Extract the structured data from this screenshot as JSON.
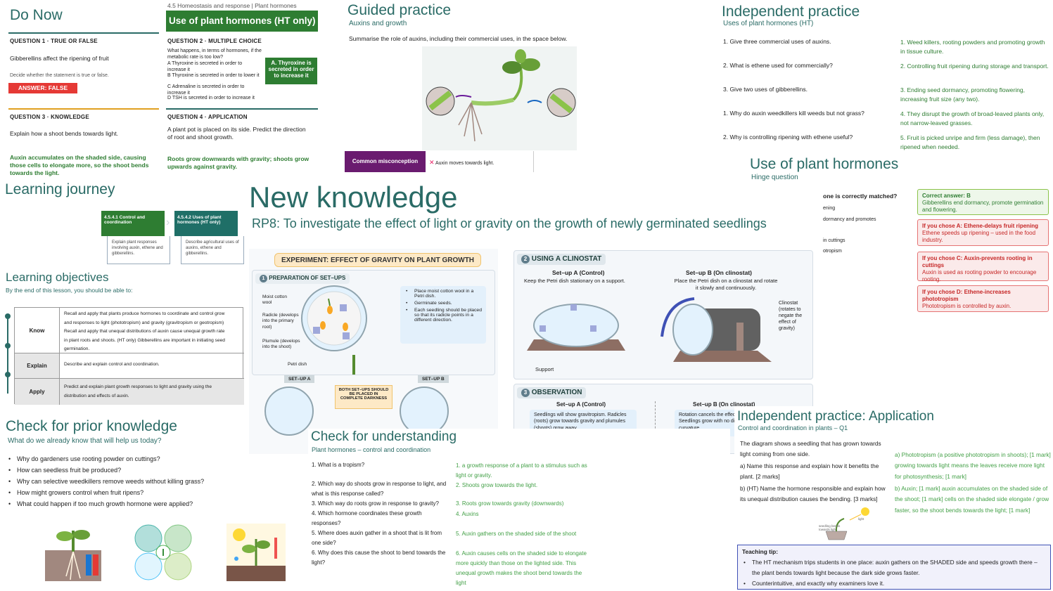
{
  "do_now": {
    "title": "Do Now",
    "q1_head": "QUESTION 1  ·  TRUE OR FALSE",
    "q1_text": "Gibberellins affect the ripening of fruit",
    "q1_hint": "Decide whether the statement is true or false.",
    "q1_answer": "ANSWER: FALSE",
    "q3_head": "QUESTION 3  ·  KNOWLEDGE",
    "q3_text": "Explain how a shoot bends towards light.",
    "q3_answer": "Auxin accumulates on the shaded side, causing those cells to elongate more, so the shoot bends towards the light."
  },
  "plant_card": {
    "crumb": "4.5 Homeostasis and response | Plant hormones",
    "title": "Use of plant hormones (HT only)",
    "q2_head": "QUESTION 2  ·  MULTIPLE CHOICE",
    "q2_text": "What happens, in terms of hormones, if the metabolic rate is too low?",
    "q2_a": "A Thyroxine is secreted in order to increase it",
    "q2_b": "B Thyroxine is secreted in order to lower it",
    "q2_c": "C Adrenaline is secreted in order to increase it",
    "q2_d": "D TSH is secreted in order to increase it",
    "q2_answer": "A. Thyroxine is secreted in order to increase it",
    "q4_head": "QUESTION 4  ·  APPLICATION",
    "q4_text": "A plant pot is placed on its side. Predict the direction of root and shoot growth.",
    "q4_answer": "Roots grow downwards with gravity; shoots grow upwards against gravity."
  },
  "guided": {
    "title": "Guided practice",
    "sub": "Auxins and growth",
    "prompt": "Summarise the role of auxins, including their commercial uses, in the space below.",
    "misconception_label": "Common misconception",
    "misconception_text": "Auxin moves towards light."
  },
  "indep": {
    "title": "Independent practice",
    "sub": "Uses of plant hormones (HT)",
    "questions": [
      "1.  Give three commercial uses of auxins.",
      "2.  What is ethene used for commercially?",
      "3.  Give two uses of gibberellins.",
      "1.  Why do auxin weedkillers kill weeds but not grass?",
      "2.  Why is controlling ripening with ethene useful?"
    ],
    "answers": [
      "1.  Weed killers, rooting powders and promoting growth in tissue culture.",
      "2.  Controlling fruit ripening during storage and transport.",
      "3.  Ending seed dormancy, promoting flowering, increasing fruit size (any two).",
      "4.  They disrupt the growth of broad-leaved plants only, not narrow-leaved grasses.",
      "5.  Fruit is picked unripe and firm (less damage), then ripened when needed."
    ]
  },
  "hinge": {
    "title": "Use of plant hormones",
    "sub": "Hinge question",
    "q": "one is correctly matched?",
    "opts": [
      "ening",
      "dormancy and promotes",
      "in cuttings",
      "otropism"
    ],
    "correct": "Correct answer: B",
    "correct_text": "Gibberellins end dormancy, promote germination and flowering.",
    "fb_a_h": "If you chose A: Ethene-delays fruit ripening",
    "fb_a": "Ethene speeds up ripening – used in the food industry.",
    "fb_c_h": "If you chose C: Auxin-prevents rooting in cuttings",
    "fb_c": "Auxin is used as rooting powder to encourage rooting.",
    "fb_d_h": "If you chose D: Ethene-increases phototropism",
    "fb_d": "Phototropism is controlled by auxin."
  },
  "journey": {
    "title": "Learning journey",
    "step1": "4.5.4.1 Control and coordination",
    "step1_desc": "Explain plant responses involving auxin, ethene and gibberellins.",
    "step2": "4.5.4.2 Uses of plant hormones (HT only)",
    "step2_desc": "Describe agricultural uses of auxins, ethene and gibberellins."
  },
  "objectives": {
    "title": "Learning objectives",
    "sub": "By the end of this lesson, you should be able to:",
    "rows": [
      {
        "label": "Know",
        "lines": [
          "Recall and apply that plants produce hormones to coordinate and control grow",
          "and responses to light (phototropism) and gravity (gravitropism or geotropism)",
          "Recall and apply that unequal distributions of auxin cause unequal growth rate",
          "in plant roots and shoots. (HT only) Gibberellins are important in initiating seed",
          "germination."
        ]
      },
      {
        "label": "Explain",
        "lines": [
          "Describe and explain control and coordination."
        ]
      },
      {
        "label": "Apply",
        "lines": [
          "Predict and explain plant growth responses to light and gravity using the",
          "distribution and effects of auxin."
        ]
      }
    ]
  },
  "prior": {
    "title": "Check for prior knowledge",
    "sub": "What do we already know that will help us today?",
    "items": [
      "Why do gardeners use rooting powder on cuttings?",
      "How can seedless fruit be produced?",
      "Why can selective weedkillers remove weeds without killing grass?",
      "How might growers control when fruit ripens?",
      "What could happen if too much growth hormone were applied?"
    ]
  },
  "newk": {
    "title": "New knowledge",
    "rp": "RP8: To investigate the effect of light or gravity on the growth of newly germinated seedlings",
    "exp_title": "EXPERIMENT:  EFFECT OF GRAVITY ON PLANT GROWTH",
    "prep": "PREPARATION OF SET–UPS",
    "lab_wool": "Moist cotton wool",
    "lab_radicle": "Radicle (develops into the primary root)",
    "lab_plumule": "Plumule (develops into the shoot)",
    "lab_dish": "Petri dish",
    "steps": [
      "Place moist cotton wool in a Petri dish.",
      "Germinate seeds.",
      "Each seedling should be placed so that its radicle points in a different direction."
    ],
    "setup_a": "SET–UP A",
    "setup_b": "SET–UP B",
    "dark": "BOTH SET–UPS SHOULD BE PLACED IN COMPLETE DARKNESS",
    "clino": "USING A CLINOSTAT",
    "ca_title": "Set–up A (Control)",
    "ca_text": "Keep the Petri dish stationary on a support.",
    "cb_title": "Set–up B  (On clinostat)",
    "cb_text": "Place the Petri dish on a clinostat and rotate it slowly and continuously.",
    "support": "Support",
    "clino_label": "Clinostat (rotates to negate the effect of gravity)",
    "obs": "OBSERVATION",
    "oa_title": "Set–up A (Control)",
    "oa_text": "Seedlings will show gravitropism. Radicles (roots) grow towards gravity and plumules (shoots) grow away",
    "ob_title": "Set–up B  (On clinostat)",
    "ob_text": "Rotation cancels the effect of gravity. Seedlings grow with no directional curvature."
  },
  "cfu": {
    "title": "Check for understanding",
    "sub": "Plant hormones – control and coordination",
    "qs": [
      "1. What is a tropism?",
      "2. Which way do shoots grow in response to light, and what is this response called?",
      "3. Which way do roots grow in response to gravity?",
      "4. Which hormone coordinates these growth responses?",
      "5. Where does auxin gather in a shoot that is lit from one side?",
      "6. Why does this cause the shoot to bend towards the light?"
    ],
    "as": [
      "1.  a growth response of a plant to a stimulus such as light or gravity.",
      "2.  Shoots grow towards the light.",
      "3.  Roots grow towards gravity (downwards)",
      "4.  Auxins",
      "5.  Auxin gathers on the shaded side of the shoot",
      "6.  Auxin causes cells on the shaded side to elongate more quickly than those on the lighted side. This unequal growth makes the shoot bend towards the light"
    ]
  },
  "app": {
    "title": "Independent practice: Application",
    "sub": "Control and coordination in plants – Q1",
    "intro": "The diagram shows a seedling that has grown towards light coming from one side.",
    "qa": "a)   Name this response and explain how it benefits the plant. [2 marks]",
    "qb": "b)   (HT) Name the hormone responsible and explain how its unequal distribution causes the bending. [3 marks]",
    "aa": "a)   Phototropism (a positive phototropism in shoots); [1 mark] growing towards light means the leaves receive more light for photosynthesis; [1 mark]",
    "ab": "b)   Auxin; [1 mark] auxin accumulates on the shaded side of the shoot; [1 mark] cells on the shaded side elongate / grow faster, so the shoot bends towards the light; [1 mark]",
    "diag_label": "seedling bends towards light",
    "diag_light": "light",
    "tip_h": "Teaching tip:",
    "tip1": "The HT mechanism trips students in one place: auxin gathers on the SHADED side and speeds growth there – the plant bends towards light because the dark side grows faster.",
    "tip2": "Counterintuitive, and exactly why examiners love it."
  }
}
